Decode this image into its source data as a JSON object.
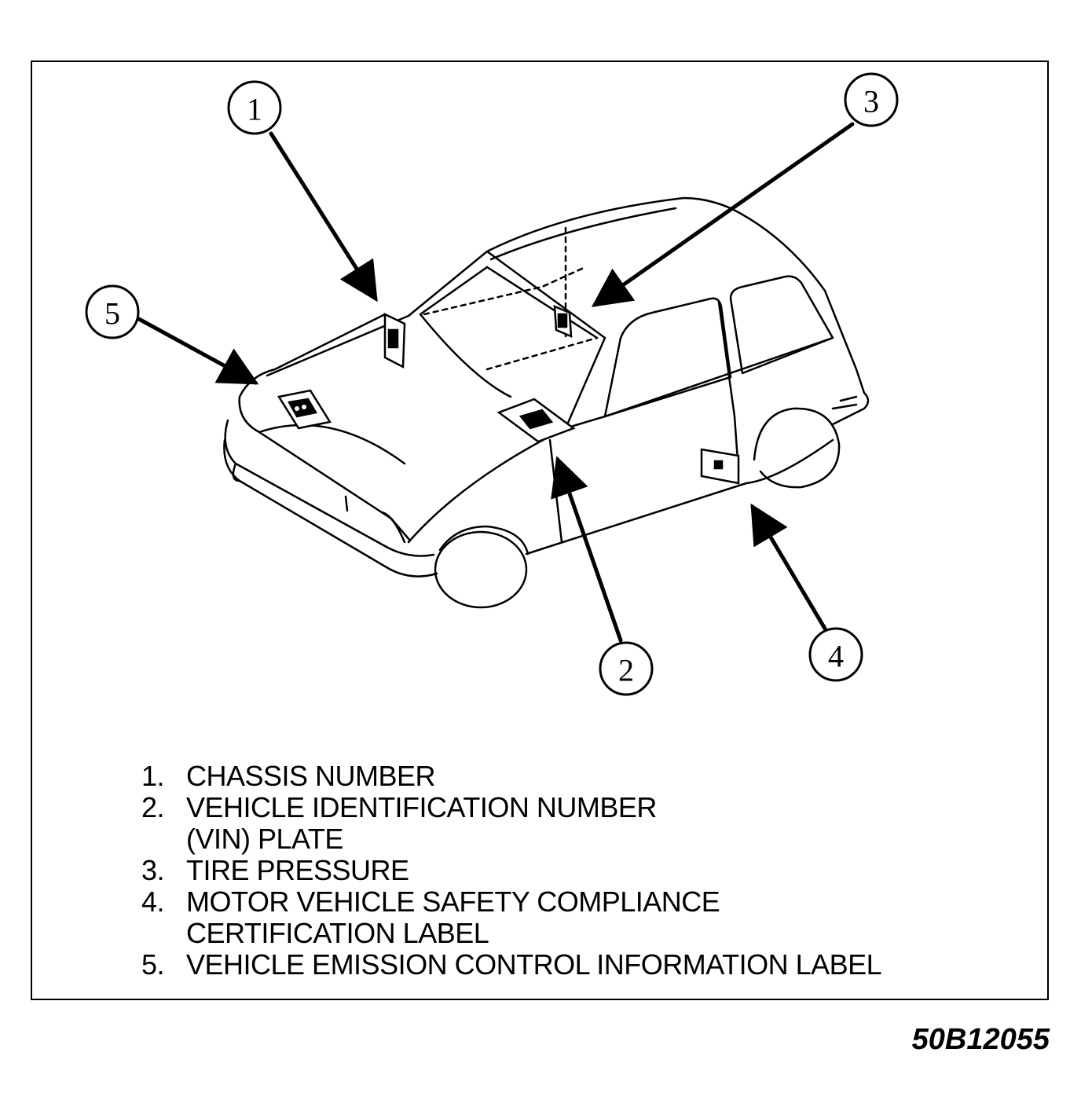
{
  "callouts": {
    "c1": "1",
    "c2": "2",
    "c3": "3",
    "c4": "4",
    "c5": "5"
  },
  "legend": [
    {
      "num": "1.",
      "lines": [
        "CHASSIS NUMBER"
      ]
    },
    {
      "num": "2.",
      "lines": [
        "VEHICLE IDENTIFICATION NUMBER",
        "(VIN) PLATE"
      ]
    },
    {
      "num": "3.",
      "lines": [
        "TIRE PRESSURE"
      ]
    },
    {
      "num": "4.",
      "lines": [
        "MOTOR VEHICLE SAFETY COMPLIANCE",
        "CERTIFICATION LABEL"
      ]
    },
    {
      "num": "5.",
      "lines": [
        "VEHICLE EMISSION CONTROL INFORMATION LABEL"
      ]
    }
  ],
  "figure_code": "50B12055"
}
